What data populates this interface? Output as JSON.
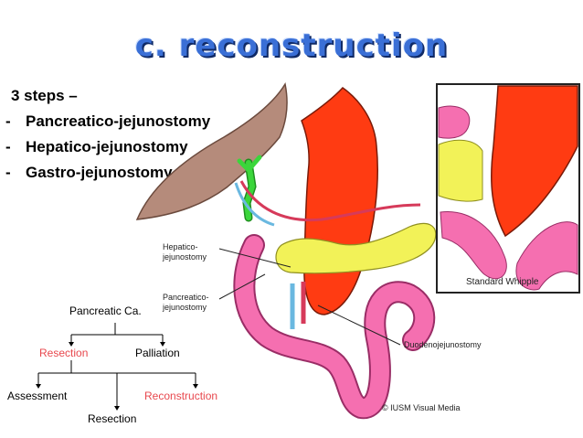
{
  "title": "c. reconstruction",
  "steps": {
    "heading": "3 steps –",
    "items": [
      "Pancreatico-jejunostomy",
      "Hepatico-jejunostomy",
      "Gastro-jejunostomy"
    ]
  },
  "illustration": {
    "labels": {
      "hepatico": [
        "Hepatico-",
        "jejunostomy"
      ],
      "pancreatico": [
        "Pancreatico-",
        "jejunostomy"
      ],
      "duodeno": "Duodenojejunostomy",
      "standard_whipple": "Standard Whipple",
      "copyright": "© IUSM Visual Media"
    }
  },
  "flowchart": {
    "root": "Pancreatic Ca.",
    "level1": [
      "Resection",
      "Palliation"
    ],
    "level2": [
      "Assessment",
      "Resection",
      "Reconstruction"
    ]
  },
  "colors": {
    "stomach": "#ff3b12",
    "jejunum": "#f56fb0",
    "liver": "#b58b7b",
    "pancreas": "#f2f258",
    "bile_duct": "#3bd63b",
    "highlight_red": "#e8484e"
  }
}
